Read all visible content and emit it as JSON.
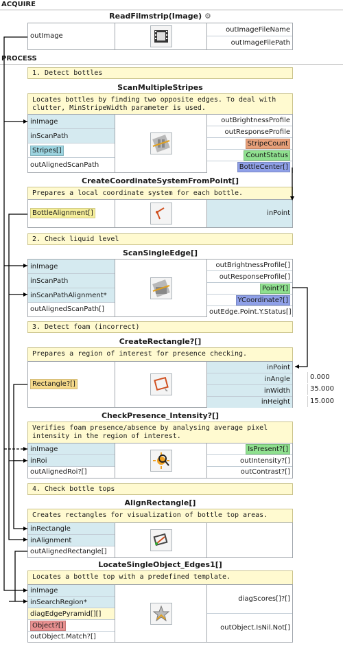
{
  "sections": {
    "acquire": "ACQUIRE",
    "process": "PROCESS"
  },
  "colors": {
    "orange": "#e8a07a",
    "green": "#8fe08f",
    "blue": "#8fa0e8",
    "cyan": "#9cd4e0",
    "yellow": "#f5d98a",
    "red": "#e89090",
    "wire": "#000000"
  },
  "filters": [
    {
      "title": "ReadFilmstrip(Image)",
      "icon": "filmstrip-icon",
      "inputs": [
        "outImage"
      ],
      "outputs": [
        "outImageFileName",
        "outImageFilePath"
      ]
    },
    {
      "comment": "1. Detect bottles"
    },
    {
      "title": "ScanMultipleStripes",
      "desc": "Locates bottles by finding two opposite edges. To deal with clutter, MinStripeWidth parameter is used.",
      "icon": "scan-stripes-icon",
      "inputs": [
        "inImage",
        "inScanPath",
        "Stripes[]",
        "outAlignedScanPath"
      ],
      "outputs": [
        "outBrightnessProfile",
        "outResponseProfile",
        "StripeCount",
        "CountStatus",
        "BottleCenter[]"
      ]
    },
    {
      "title": "CreateCoordinateSystemFromPoint[]",
      "desc": "Prepares a local coordinate system for each bottle.",
      "icon": "coordinate-system-icon",
      "inputs": [
        "BottleAlignment[]"
      ],
      "outputs": [
        "inPoint"
      ]
    },
    {
      "comment": "2. Check liquid level"
    },
    {
      "title": "ScanSingleEdge[]",
      "icon": "scan-edge-icon",
      "inputs": [
        "inImage",
        "inScanPath",
        "inScanPathAlignment*",
        "outAlignedScanPath[]"
      ],
      "outputs": [
        "outBrightnessProfile[]",
        "outResponseProfile[]",
        "Point?[]",
        "YCoordinate?[]",
        "outEdge.Point.Y.Status[]"
      ]
    },
    {
      "comment": "3. Detect foam (incorrect)"
    },
    {
      "title": "CreateRectangle?[]",
      "desc": "Prepares a region of interest for presence checking.",
      "icon": "rectangle-icon",
      "inputs": [
        "Rectangle?[]"
      ],
      "outputs": [
        "inPoint",
        "inAngle",
        "inWidth",
        "inHeight"
      ],
      "values": [
        "0.000",
        "35.000",
        "15.000"
      ]
    },
    {
      "title": "CheckPresence_Intensity?[]",
      "desc": "Verifies foam presence/absence by analysing average pixel intensity in the region of interest.",
      "icon": "magnifier-icon",
      "inputs": [
        "inImage",
        "inRoi",
        "outAlignedRoi?[]"
      ],
      "outputs": [
        "IsPresent?[]",
        "outIntensity?[]",
        "outContrast?[]"
      ]
    },
    {
      "comment": "4. Check bottle tops"
    },
    {
      "title": "AlignRectangle[]",
      "desc": "Creates rectangles for visualization of bottle top areas.",
      "icon": "align-rectangle-icon",
      "inputs": [
        "inRectangle",
        "inAlignment",
        "outAlignedRectangle[]"
      ],
      "outputs": []
    },
    {
      "title": "LocateSingleObject_Edges1[]",
      "desc": "Locates a bottle top with a predefined template.",
      "icon": "locate-object-icon",
      "inputs": [
        "inImage",
        "inSearchRegion*",
        "diagEdgePyramid[][]",
        "Object?[]",
        "outObject.Match?[]"
      ],
      "outputs": [
        "diagScores[]?[]",
        "outObject.IsNil.Not[]"
      ]
    }
  ]
}
